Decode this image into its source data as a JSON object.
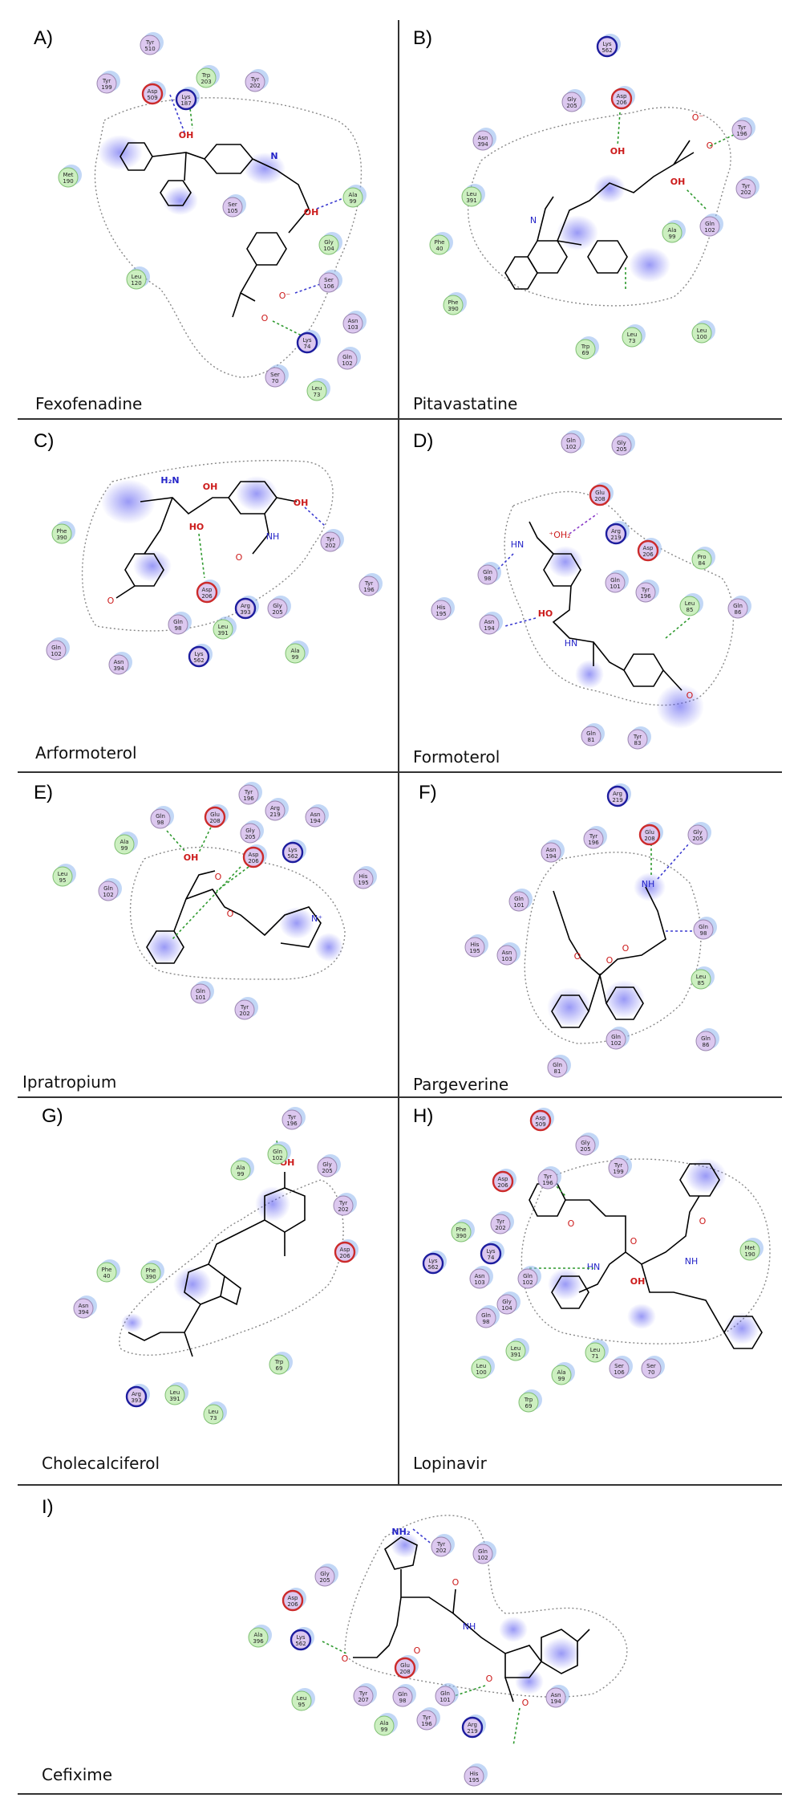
{
  "panels": [
    {
      "label": "A)",
      "caption": "Fexofenadine",
      "residues": [
        {
          "n": "Tyr",
          "num": "510",
          "t": "p"
        },
        {
          "n": "Tyr",
          "num": "199",
          "t": "p"
        },
        {
          "n": "Trp",
          "num": "203",
          "t": "g"
        },
        {
          "n": "Tyr",
          "num": "202",
          "t": "p"
        },
        {
          "n": "Asp",
          "num": "509",
          "t": "a"
        },
        {
          "n": "Lys",
          "num": "187",
          "t": "b"
        },
        {
          "n": "Met",
          "num": "190",
          "t": "g"
        },
        {
          "n": "Ser",
          "num": "105",
          "t": "p"
        },
        {
          "n": "Ala",
          "num": "99",
          "t": "g"
        },
        {
          "n": "Gly",
          "num": "104",
          "t": "g"
        },
        {
          "n": "Leu",
          "num": "120",
          "t": "g"
        },
        {
          "n": "Ser",
          "num": "106",
          "t": "p"
        },
        {
          "n": "Asn",
          "num": "103",
          "t": "p"
        },
        {
          "n": "Lys",
          "num": "74",
          "t": "b"
        },
        {
          "n": "Gln",
          "num": "102",
          "t": "p"
        },
        {
          "n": "Ser",
          "num": "70",
          "t": "p"
        },
        {
          "n": "Leu",
          "num": "73",
          "t": "g"
        }
      ]
    },
    {
      "label": "B)",
      "caption": "Pitavastatine",
      "residues": [
        {
          "n": "Lys",
          "num": "562",
          "t": "b"
        },
        {
          "n": "Gly",
          "num": "205",
          "t": "p"
        },
        {
          "n": "Asp",
          "num": "206",
          "t": "a"
        },
        {
          "n": "Asn",
          "num": "394",
          "t": "p"
        },
        {
          "n": "Tyr",
          "num": "196",
          "t": "p"
        },
        {
          "n": "Leu",
          "num": "391",
          "t": "g"
        },
        {
          "n": "Tyr",
          "num": "202",
          "t": "p"
        },
        {
          "n": "Phe",
          "num": "40",
          "t": "g"
        },
        {
          "n": "Ala",
          "num": "99",
          "t": "g"
        },
        {
          "n": "Gln",
          "num": "102",
          "t": "p"
        },
        {
          "n": "Phe",
          "num": "390",
          "t": "g"
        },
        {
          "n": "Leu",
          "num": "73",
          "t": "g"
        },
        {
          "n": "Leu",
          "num": "100",
          "t": "g"
        },
        {
          "n": "Trp",
          "num": "69",
          "t": "g"
        }
      ]
    },
    {
      "label": "C)",
      "caption": "Arformoterol",
      "residues": [
        {
          "n": "Phe",
          "num": "390",
          "t": "g"
        },
        {
          "n": "Tyr",
          "num": "202",
          "t": "p"
        },
        {
          "n": "Tyr",
          "num": "196",
          "t": "p"
        },
        {
          "n": "Asp",
          "num": "206",
          "t": "a"
        },
        {
          "n": "Arg",
          "num": "393",
          "t": "b"
        },
        {
          "n": "Gly",
          "num": "205",
          "t": "p"
        },
        {
          "n": "Gln",
          "num": "102",
          "t": "p"
        },
        {
          "n": "Gln",
          "num": "98",
          "t": "p"
        },
        {
          "n": "Leu",
          "num": "391",
          "t": "g"
        },
        {
          "n": "Asn",
          "num": "394",
          "t": "p"
        },
        {
          "n": "Lys",
          "num": "562",
          "t": "b"
        },
        {
          "n": "Ala",
          "num": "99",
          "t": "g"
        }
      ]
    },
    {
      "label": "D)",
      "caption": "Formoterol",
      "residues": [
        {
          "n": "Gln",
          "num": "102",
          "t": "p"
        },
        {
          "n": "Gly",
          "num": "205",
          "t": "p"
        },
        {
          "n": "Glu",
          "num": "208",
          "t": "a"
        },
        {
          "n": "Arg",
          "num": "219",
          "t": "b"
        },
        {
          "n": "Asp",
          "num": "206",
          "t": "a"
        },
        {
          "n": "Pro",
          "num": "84",
          "t": "g"
        },
        {
          "n": "Gln",
          "num": "98",
          "t": "p"
        },
        {
          "n": "Gln",
          "num": "101",
          "t": "p"
        },
        {
          "n": "Tyr",
          "num": "196",
          "t": "p"
        },
        {
          "n": "Leu",
          "num": "85",
          "t": "g"
        },
        {
          "n": "Gln",
          "num": "86",
          "t": "p"
        },
        {
          "n": "His",
          "num": "195",
          "t": "p"
        },
        {
          "n": "Asn",
          "num": "194",
          "t": "p"
        },
        {
          "n": "Gln",
          "num": "81",
          "t": "p"
        },
        {
          "n": "Tyr",
          "num": "83",
          "t": "p"
        }
      ]
    },
    {
      "label": "E)",
      "caption": "Ipratropium",
      "residues": [
        {
          "n": "Tyr",
          "num": "196",
          "t": "p"
        },
        {
          "n": "Gln",
          "num": "98",
          "t": "p"
        },
        {
          "n": "Glu",
          "num": "208",
          "t": "a"
        },
        {
          "n": "Arg",
          "num": "219",
          "t": "p"
        },
        {
          "n": "Ala",
          "num": "99",
          "t": "g"
        },
        {
          "n": "Gly",
          "num": "205",
          "t": "p"
        },
        {
          "n": "Asn",
          "num": "194",
          "t": "p"
        },
        {
          "n": "Lys",
          "num": "562",
          "t": "b"
        },
        {
          "n": "Asp",
          "num": "206",
          "t": "a"
        },
        {
          "n": "Leu",
          "num": "95",
          "t": "g"
        },
        {
          "n": "Gln",
          "num": "102",
          "t": "p"
        },
        {
          "n": "His",
          "num": "195",
          "t": "p"
        },
        {
          "n": "Gln",
          "num": "101",
          "t": "p"
        },
        {
          "n": "Tyr",
          "num": "202",
          "t": "p"
        }
      ]
    },
    {
      "label": "F)",
      "caption": "Pargeverine",
      "residues": [
        {
          "n": "Arg",
          "num": "219",
          "t": "b"
        },
        {
          "n": "Asn",
          "num": "194",
          "t": "p"
        },
        {
          "n": "Tyr",
          "num": "196",
          "t": "p"
        },
        {
          "n": "Glu",
          "num": "208",
          "t": "a"
        },
        {
          "n": "Gly",
          "num": "205",
          "t": "p"
        },
        {
          "n": "Gln",
          "num": "101",
          "t": "p"
        },
        {
          "n": "His",
          "num": "195",
          "t": "p"
        },
        {
          "n": "Asn",
          "num": "103",
          "t": "p"
        },
        {
          "n": "Gln",
          "num": "98",
          "t": "p"
        },
        {
          "n": "Leu",
          "num": "85",
          "t": "g"
        },
        {
          "n": "Gln",
          "num": "102",
          "t": "p"
        },
        {
          "n": "Gln",
          "num": "86",
          "t": "p"
        },
        {
          "n": "Gln",
          "num": "81",
          "t": "p"
        }
      ]
    },
    {
      "label": "G)",
      "caption": "Cholecalciferol",
      "residues": [
        {
          "n": "Tyr",
          "num": "196",
          "t": "p"
        },
        {
          "n": "Ala",
          "num": "99",
          "t": "g"
        },
        {
          "n": "Gln",
          "num": "102",
          "t": "g"
        },
        {
          "n": "Gly",
          "num": "205",
          "t": "p"
        },
        {
          "n": "Tyr",
          "num": "202",
          "t": "p"
        },
        {
          "n": "Asp",
          "num": "206",
          "t": "a"
        },
        {
          "n": "Phe",
          "num": "40",
          "t": "g"
        },
        {
          "n": "Phe",
          "num": "390",
          "t": "g"
        },
        {
          "n": "Asn",
          "num": "394",
          "t": "p"
        },
        {
          "n": "Trp",
          "num": "69",
          "t": "g"
        },
        {
          "n": "Arg",
          "num": "393",
          "t": "b"
        },
        {
          "n": "Leu",
          "num": "391",
          "t": "g"
        },
        {
          "n": "Leu",
          "num": "73",
          "t": "g"
        }
      ]
    },
    {
      "label": "H)",
      "caption": "Lopinavir",
      "residues": [
        {
          "n": "Asp",
          "num": "509",
          "t": "a"
        },
        {
          "n": "Gly",
          "num": "205",
          "t": "p"
        },
        {
          "n": "Asp",
          "num": "206",
          "t": "a"
        },
        {
          "n": "Tyr",
          "num": "196",
          "t": "p"
        },
        {
          "n": "Tyr",
          "num": "199",
          "t": "p"
        },
        {
          "n": "Phe",
          "num": "390",
          "t": "g"
        },
        {
          "n": "Tyr",
          "num": "202",
          "t": "p"
        },
        {
          "n": "Met",
          "num": "190",
          "t": "g"
        },
        {
          "n": "Lys",
          "num": "562",
          "t": "b"
        },
        {
          "n": "Lys",
          "num": "74",
          "t": "b"
        },
        {
          "n": "Asn",
          "num": "103",
          "t": "p"
        },
        {
          "n": "Gln",
          "num": "102",
          "t": "p"
        },
        {
          "n": "Gly",
          "num": "104",
          "t": "p"
        },
        {
          "n": "Gln",
          "num": "98",
          "t": "p"
        },
        {
          "n": "Leu",
          "num": "391",
          "t": "g"
        },
        {
          "n": "Leu",
          "num": "71",
          "t": "g"
        },
        {
          "n": "Leu",
          "num": "100",
          "t": "g"
        },
        {
          "n": "Ala",
          "num": "99",
          "t": "g"
        },
        {
          "n": "Ser",
          "num": "106",
          "t": "p"
        },
        {
          "n": "Ser",
          "num": "70",
          "t": "p"
        },
        {
          "n": "Trp",
          "num": "69",
          "t": "g"
        }
      ]
    },
    {
      "label": "I)",
      "caption": "Cefixime",
      "residues": [
        {
          "n": "Tyr",
          "num": "202",
          "t": "p"
        },
        {
          "n": "Gln",
          "num": "102",
          "t": "p"
        },
        {
          "n": "Gly",
          "num": "205",
          "t": "p"
        },
        {
          "n": "Asp",
          "num": "206",
          "t": "a"
        },
        {
          "n": "Ala",
          "num": "396",
          "t": "g"
        },
        {
          "n": "Lys",
          "num": "562",
          "t": "b"
        },
        {
          "n": "Glu",
          "num": "208",
          "t": "a"
        },
        {
          "n": "Leu",
          "num": "95",
          "t": "g"
        },
        {
          "n": "Tyr",
          "num": "207",
          "t": "p"
        },
        {
          "n": "Gln",
          "num": "98",
          "t": "p"
        },
        {
          "n": "Gln",
          "num": "101",
          "t": "p"
        },
        {
          "n": "Tyr",
          "num": "196",
          "t": "p"
        },
        {
          "n": "Arg",
          "num": "219",
          "t": "b"
        },
        {
          "n": "Asn",
          "num": "194",
          "t": "p"
        },
        {
          "n": "Ala",
          "num": "99",
          "t": "g"
        },
        {
          "n": "His",
          "num": "195",
          "t": "p"
        }
      ]
    }
  ],
  "colors": {
    "polar": "#dcc8ef",
    "hydrophobic": "#ccefc0",
    "acidic_ring": "#cc2b2b",
    "basic_ring": "#1d1d9e",
    "exposure": "#8fb6ee",
    "ligand_halo": "#4646ee",
    "hbond_green": "#2f9a2f",
    "hbond_blue": "#3b3bd0",
    "grid": "#333333"
  }
}
